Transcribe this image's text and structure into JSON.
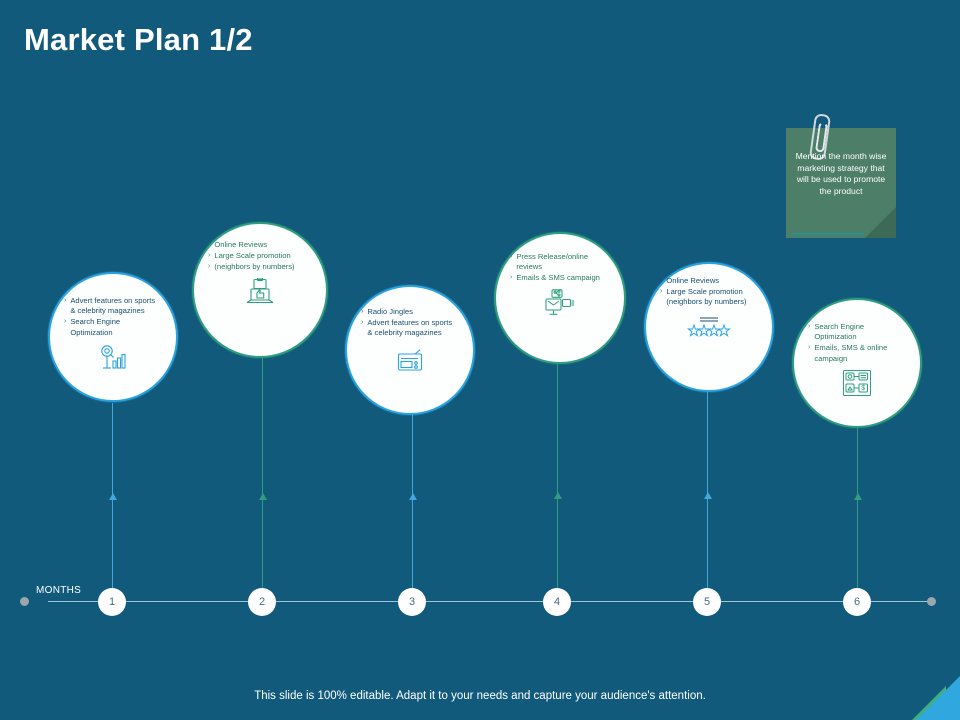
{
  "slide": {
    "title": "Market Plan 1/2",
    "background_color": "#125a7c",
    "footer_text": "This slide is 100% editable. Adapt it to your needs and capture your audience's attention."
  },
  "note": {
    "text": "Mention the month wise marketing strategy that will be used to promote the product",
    "color": "#4c7e68",
    "icon": "paperclip-icon"
  },
  "timeline": {
    "axis_label": "MONTHS",
    "nodes": [
      {
        "number": "1"
      },
      {
        "number": "2"
      },
      {
        "number": "3"
      },
      {
        "number": "4"
      },
      {
        "number": "5"
      },
      {
        "number": "6"
      }
    ]
  },
  "bubbles": [
    {
      "month": "1",
      "accent": "#2aa3e0",
      "theme": "blue",
      "icon": "search-analytics-icon",
      "bullets": [
        "Advert features on sports & celebrity magazines",
        "Search Engine Optimization"
      ]
    },
    {
      "month": "2",
      "accent": "#2e9e7e",
      "theme": "green",
      "icon": "laptop-thumbs-up-icon",
      "bullets": [
        "Online Reviews",
        "Large Scale promotion",
        "(neighbors by numbers)"
      ]
    },
    {
      "month": "3",
      "accent": "#2aa3e0",
      "theme": "blue",
      "icon": "radio-icon",
      "bullets": [
        "Radio Jingles",
        "Advert features on sports & celebrity magazines"
      ]
    },
    {
      "month": "4",
      "accent": "#2e9e7e",
      "theme": "green",
      "icon": "share-email-monitor-icon",
      "bullets": [
        "Press Release/online reviews",
        "Emails & SMS campaign"
      ]
    },
    {
      "month": "5",
      "accent": "#2aa3e0",
      "theme": "blue",
      "icon": "star-rating-icon",
      "bullets": [
        "Online Reviews",
        "Large Scale promotion (neighbors by numbers)"
      ]
    },
    {
      "month": "6",
      "accent": "#2e9e7e",
      "theme": "green",
      "icon": "marketing-network-icon",
      "bullets": [
        "Search Engine Optimization",
        "Emails, SMS & online campaign"
      ]
    }
  ]
}
